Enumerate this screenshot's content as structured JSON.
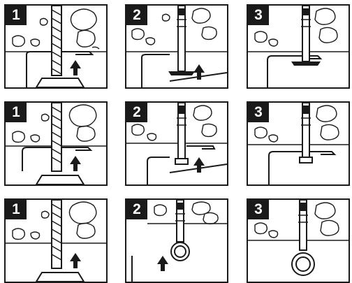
{
  "steps": [
    {
      "row": 1,
      "col": 1,
      "number": "1",
      "fixing": "hook-bolt",
      "action": "drill"
    },
    {
      "row": 1,
      "col": 2,
      "number": "2",
      "fixing": "hook-bolt",
      "action": "insert-anchor"
    },
    {
      "row": 1,
      "col": 3,
      "number": "3",
      "fixing": "hook-bolt",
      "action": "tighten"
    },
    {
      "row": 2,
      "col": 1,
      "number": "1",
      "fixing": "hook-bracket",
      "action": "drill"
    },
    {
      "row": 2,
      "col": 2,
      "number": "2",
      "fixing": "hook-bracket",
      "action": "insert-anchor"
    },
    {
      "row": 2,
      "col": 3,
      "number": "3",
      "fixing": "hook-bracket",
      "action": "tighten"
    },
    {
      "row": 3,
      "col": 1,
      "number": "1",
      "fixing": "eye-bolt",
      "action": "drill"
    },
    {
      "row": 3,
      "col": 2,
      "number": "2",
      "fixing": "eye-bolt",
      "action": "insert-anchor"
    },
    {
      "row": 3,
      "col": 3,
      "number": "3",
      "fixing": "eye-bolt",
      "action": "tighten"
    }
  ],
  "icons": {
    "arrow": "arrow-up-icon",
    "drill": "drill-bit-icon",
    "anchor": "anchor-bolt-icon"
  }
}
